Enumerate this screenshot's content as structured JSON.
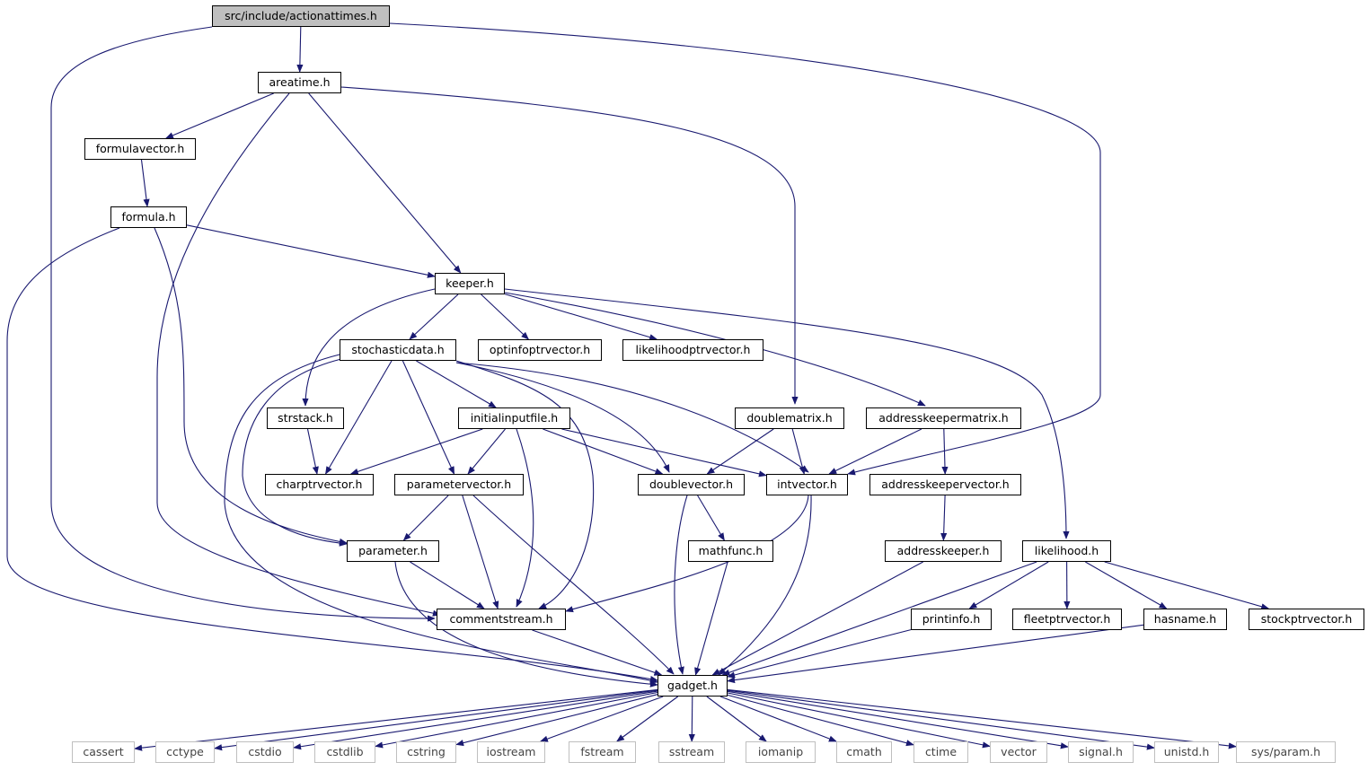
{
  "graph": {
    "nodes": [
      {
        "id": "actionattimes",
        "label": "src/include/actionattimes.h",
        "kind": "root"
      },
      {
        "id": "areatime",
        "label": "areatime.h",
        "kind": "file"
      },
      {
        "id": "formulavector",
        "label": "formulavector.h",
        "kind": "file"
      },
      {
        "id": "formula",
        "label": "formula.h",
        "kind": "file"
      },
      {
        "id": "keeper",
        "label": "keeper.h",
        "kind": "file"
      },
      {
        "id": "stochasticdata",
        "label": "stochasticdata.h",
        "kind": "file"
      },
      {
        "id": "optinfoptrvector",
        "label": "optinfoptrvector.h",
        "kind": "file"
      },
      {
        "id": "likelihoodptrvector",
        "label": "likelihoodptrvector.h",
        "kind": "file"
      },
      {
        "id": "strstack",
        "label": "strstack.h",
        "kind": "file"
      },
      {
        "id": "initialinputfile",
        "label": "initialinputfile.h",
        "kind": "file"
      },
      {
        "id": "doublematrix",
        "label": "doublematrix.h",
        "kind": "file"
      },
      {
        "id": "addresskeepermatrix",
        "label": "addresskeepermatrix.h",
        "kind": "file"
      },
      {
        "id": "charptrvector",
        "label": "charptrvector.h",
        "kind": "file"
      },
      {
        "id": "parametervector",
        "label": "parametervector.h",
        "kind": "file"
      },
      {
        "id": "doublevector",
        "label": "doublevector.h",
        "kind": "file"
      },
      {
        "id": "intvector",
        "label": "intvector.h",
        "kind": "file"
      },
      {
        "id": "addresskeepervector",
        "label": "addresskeepervector.h",
        "kind": "file"
      },
      {
        "id": "parameter",
        "label": "parameter.h",
        "kind": "file"
      },
      {
        "id": "mathfunc",
        "label": "mathfunc.h",
        "kind": "file"
      },
      {
        "id": "addresskeeper",
        "label": "addresskeeper.h",
        "kind": "file"
      },
      {
        "id": "likelihood",
        "label": "likelihood.h",
        "kind": "file"
      },
      {
        "id": "commentstream",
        "label": "commentstream.h",
        "kind": "file"
      },
      {
        "id": "printinfo",
        "label": "printinfo.h",
        "kind": "file"
      },
      {
        "id": "fleetptrvector",
        "label": "fleetptrvector.h",
        "kind": "file"
      },
      {
        "id": "hasname",
        "label": "hasname.h",
        "kind": "file"
      },
      {
        "id": "stockptrvector",
        "label": "stockptrvector.h",
        "kind": "file"
      },
      {
        "id": "gadget",
        "label": "gadget.h",
        "kind": "file"
      },
      {
        "id": "cassert",
        "label": "cassert",
        "kind": "system"
      },
      {
        "id": "cctype",
        "label": "cctype",
        "kind": "system"
      },
      {
        "id": "cstdio",
        "label": "cstdio",
        "kind": "system"
      },
      {
        "id": "cstdlib",
        "label": "cstdlib",
        "kind": "system"
      },
      {
        "id": "cstring",
        "label": "cstring",
        "kind": "system"
      },
      {
        "id": "iostream",
        "label": "iostream",
        "kind": "system"
      },
      {
        "id": "fstream",
        "label": "fstream",
        "kind": "system"
      },
      {
        "id": "sstream",
        "label": "sstream",
        "kind": "system"
      },
      {
        "id": "iomanip",
        "label": "iomanip",
        "kind": "system"
      },
      {
        "id": "cmath",
        "label": "cmath",
        "kind": "system"
      },
      {
        "id": "ctime",
        "label": "ctime",
        "kind": "system"
      },
      {
        "id": "vector",
        "label": "vector",
        "kind": "system"
      },
      {
        "id": "signal",
        "label": "signal.h",
        "kind": "system"
      },
      {
        "id": "unistd",
        "label": "unistd.h",
        "kind": "system"
      },
      {
        "id": "sysparam",
        "label": "sys/param.h",
        "kind": "system"
      }
    ],
    "edges": [
      [
        "actionattimes",
        "areatime"
      ],
      [
        "actionattimes",
        "commentstream"
      ],
      [
        "actionattimes",
        "intvector"
      ],
      [
        "areatime",
        "formulavector"
      ],
      [
        "areatime",
        "keeper"
      ],
      [
        "areatime",
        "doublematrix"
      ],
      [
        "areatime",
        "commentstream"
      ],
      [
        "formulavector",
        "formula"
      ],
      [
        "formula",
        "keeper"
      ],
      [
        "formula",
        "parameter"
      ],
      [
        "formula",
        "gadget"
      ],
      [
        "keeper",
        "stochasticdata"
      ],
      [
        "keeper",
        "optinfoptrvector"
      ],
      [
        "keeper",
        "likelihoodptrvector"
      ],
      [
        "keeper",
        "strstack"
      ],
      [
        "keeper",
        "addresskeepermatrix"
      ],
      [
        "keeper",
        "likelihood"
      ],
      [
        "stochasticdata",
        "initialinputfile"
      ],
      [
        "stochasticdata",
        "charptrvector"
      ],
      [
        "stochasticdata",
        "parametervector"
      ],
      [
        "stochasticdata",
        "doublevector"
      ],
      [
        "stochasticdata",
        "intvector"
      ],
      [
        "stochasticdata",
        "parameter"
      ],
      [
        "stochasticdata",
        "commentstream"
      ],
      [
        "stochasticdata",
        "gadget"
      ],
      [
        "strstack",
        "charptrvector"
      ],
      [
        "initialinputfile",
        "charptrvector"
      ],
      [
        "initialinputfile",
        "parametervector"
      ],
      [
        "initialinputfile",
        "doublevector"
      ],
      [
        "initialinputfile",
        "intvector"
      ],
      [
        "initialinputfile",
        "commentstream"
      ],
      [
        "doublematrix",
        "doublevector"
      ],
      [
        "doublematrix",
        "intvector"
      ],
      [
        "addresskeepermatrix",
        "intvector"
      ],
      [
        "addresskeepermatrix",
        "addresskeepervector"
      ],
      [
        "parametervector",
        "parameter"
      ],
      [
        "parametervector",
        "commentstream"
      ],
      [
        "parametervector",
        "gadget"
      ],
      [
        "doublevector",
        "mathfunc"
      ],
      [
        "doublevector",
        "gadget"
      ],
      [
        "intvector",
        "commentstream"
      ],
      [
        "intvector",
        "gadget"
      ],
      [
        "addresskeepervector",
        "addresskeeper"
      ],
      [
        "parameter",
        "commentstream"
      ],
      [
        "parameter",
        "gadget"
      ],
      [
        "mathfunc",
        "gadget"
      ],
      [
        "addresskeeper",
        "gadget"
      ],
      [
        "likelihood",
        "printinfo"
      ],
      [
        "likelihood",
        "fleetptrvector"
      ],
      [
        "likelihood",
        "hasname"
      ],
      [
        "likelihood",
        "stockptrvector"
      ],
      [
        "likelihood",
        "gadget"
      ],
      [
        "commentstream",
        "gadget"
      ],
      [
        "printinfo",
        "gadget"
      ],
      [
        "hasname",
        "gadget"
      ],
      [
        "gadget",
        "cassert"
      ],
      [
        "gadget",
        "cctype"
      ],
      [
        "gadget",
        "cstdio"
      ],
      [
        "gadget",
        "cstdlib"
      ],
      [
        "gadget",
        "cstring"
      ],
      [
        "gadget",
        "iostream"
      ],
      [
        "gadget",
        "fstream"
      ],
      [
        "gadget",
        "sstream"
      ],
      [
        "gadget",
        "iomanip"
      ],
      [
        "gadget",
        "cmath"
      ],
      [
        "gadget",
        "ctime"
      ],
      [
        "gadget",
        "vector"
      ],
      [
        "gadget",
        "signal"
      ],
      [
        "gadget",
        "unistd"
      ],
      [
        "gadget",
        "sysparam"
      ]
    ]
  },
  "colors": {
    "edge": "#191970",
    "root_fill": "#bfbfbf",
    "system_border": "#bfbfbf"
  }
}
